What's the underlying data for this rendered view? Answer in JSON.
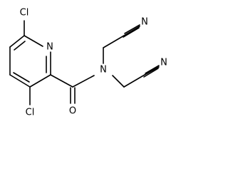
{
  "structure": {
    "bond_color": "#000000",
    "background": "#ffffff",
    "atoms": {
      "cl6": "Cl",
      "cl3": "Cl",
      "n_ring": "N",
      "o": "O",
      "n_amide": "N",
      "n_nitrile1": "N",
      "n_nitrile2": "N"
    }
  }
}
